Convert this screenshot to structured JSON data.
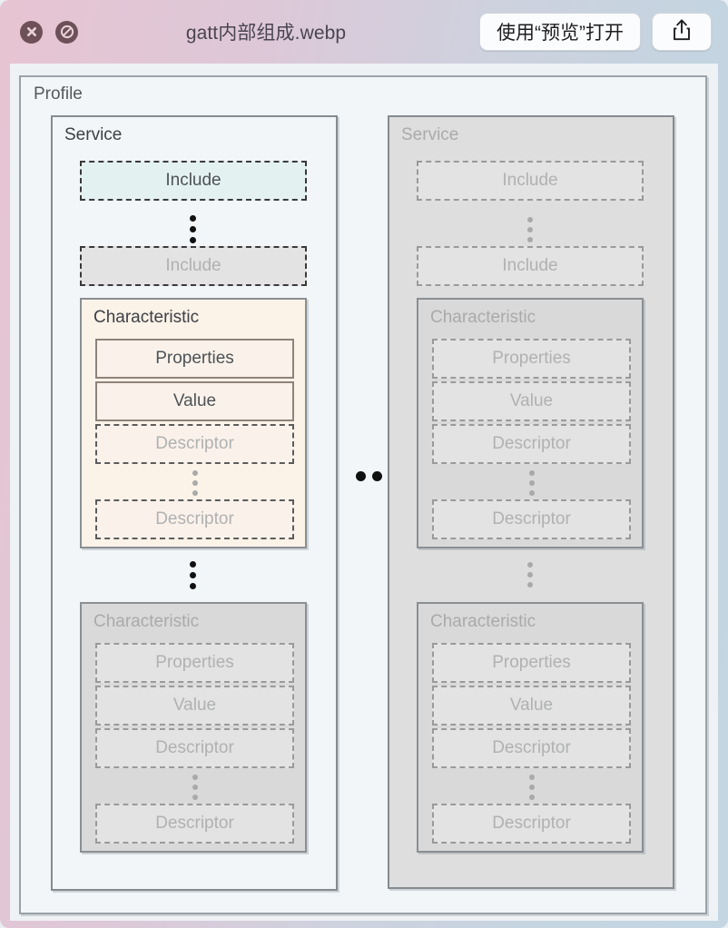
{
  "window": {
    "title": "gatt内部组成.webp",
    "traffic_buttons": [
      {
        "name": "close-button",
        "icon": "close-x-icon"
      },
      {
        "name": "block-button",
        "icon": "no-entry-icon"
      }
    ],
    "toolbar": {
      "open_with_label": "使用“预览”打开",
      "share_icon": "share-upload-icon"
    }
  },
  "diagram": {
    "type": "nested-block-diagram",
    "profile_label": "Profile",
    "middle_ellipsis": "•••",
    "services": [
      {
        "label": "Service",
        "state": "active",
        "includes": [
          {
            "label": "Include",
            "state": "highlight"
          },
          {
            "label": "Include",
            "state": "dim"
          }
        ],
        "include_ellipsis": "⋮",
        "characteristics": [
          {
            "label": "Characteristic",
            "state": "highlight",
            "rows": [
              {
                "label": "Properties",
                "state": "active",
                "border": "solid"
              },
              {
                "label": "Value",
                "state": "active",
                "border": "solid"
              },
              {
                "label": "Descriptor",
                "state": "dim",
                "border": "dashed"
              },
              {
                "label": "Descriptor",
                "state": "dim",
                "border": "dashed"
              }
            ],
            "row_ellipsis": "⋮"
          },
          {
            "label": "Characteristic",
            "state": "dim",
            "rows": [
              {
                "label": "Properties",
                "state": "dim",
                "border": "dashed"
              },
              {
                "label": "Value",
                "state": "dim",
                "border": "dashed"
              },
              {
                "label": "Descriptor",
                "state": "dim",
                "border": "dashed"
              },
              {
                "label": "Descriptor",
                "state": "dim",
                "border": "dashed"
              }
            ],
            "row_ellipsis": "⋮"
          }
        ],
        "characteristic_ellipsis": "⋮"
      },
      {
        "label": "Service",
        "state": "dim",
        "includes": [
          {
            "label": "Include",
            "state": "dim"
          },
          {
            "label": "Include",
            "state": "dim"
          }
        ],
        "include_ellipsis": "⋮",
        "characteristics": [
          {
            "label": "Characteristic",
            "state": "dim",
            "rows": [
              {
                "label": "Properties",
                "state": "dim",
                "border": "dashed"
              },
              {
                "label": "Value",
                "state": "dim",
                "border": "dashed"
              },
              {
                "label": "Descriptor",
                "state": "dim",
                "border": "dashed"
              },
              {
                "label": "Descriptor",
                "state": "dim",
                "border": "dashed"
              }
            ],
            "row_ellipsis": "⋮"
          },
          {
            "label": "Characteristic",
            "state": "dim",
            "rows": [
              {
                "label": "Properties",
                "state": "dim",
                "border": "dashed"
              },
              {
                "label": "Value",
                "state": "dim",
                "border": "dashed"
              },
              {
                "label": "Descriptor",
                "state": "dim",
                "border": "dashed"
              },
              {
                "label": "Descriptor",
                "state": "dim",
                "border": "dashed"
              }
            ],
            "row_ellipsis": "⋮"
          }
        ],
        "characteristic_ellipsis": "⋮"
      }
    ]
  },
  "colors": {
    "toolbar_gradient_start": "#e7c4d2",
    "toolbar_gradient_end": "#c3d6e2",
    "canvas_bg": "#eef2f5",
    "include_highlight": "#e4f1f1",
    "characteristic_highlight": "#fbf2e8",
    "dim_fill": "#dedede",
    "border_gray": "#858b90",
    "text_dark": "#4d5256",
    "text_dim": "#b0b1b2"
  }
}
